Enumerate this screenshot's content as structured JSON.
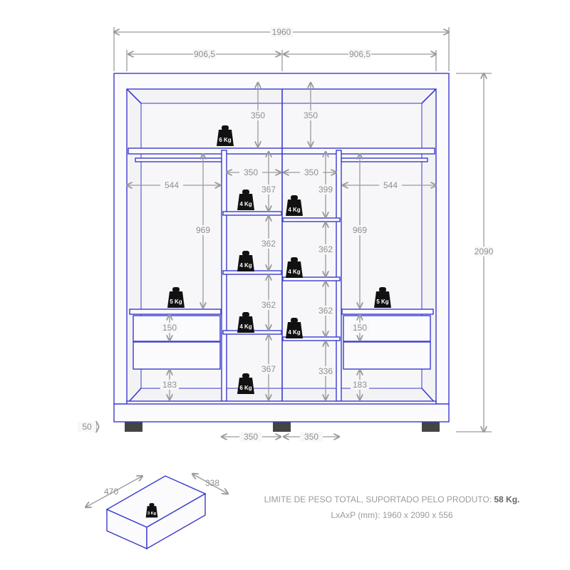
{
  "overall": {
    "width": "1960",
    "half_width_left": "906,5",
    "half_width_right": "906,5",
    "height": "2090",
    "foot_height": "50"
  },
  "dimensions": {
    "top_left_height": "350",
    "top_right_height": "350",
    "center_left_width": "350",
    "center_right_width": "350",
    "side_left_width": "544",
    "side_right_width": "544",
    "cl_shelf1": "367",
    "cr_shelf1": "399",
    "side_left_hang": "969",
    "side_right_hang": "969",
    "cl_shelf2": "362",
    "cr_shelf2": "362",
    "cl_shelf3": "362",
    "cr_shelf3": "362",
    "drawer_left": "150",
    "drawer_right": "150",
    "cl_bottom": "367",
    "cr_bottom": "336",
    "bottom_left": "183",
    "bottom_right": "183",
    "base_left_width": "350",
    "base_right_width": "350"
  },
  "weights": {
    "top_shelf": "6 Kg",
    "cl1": "4 Kg",
    "cr1": "4 Kg",
    "cl2": "4 Kg",
    "cr2": "4 Kg",
    "cl3": "4 Kg",
    "cr3": "4 Kg",
    "center_bottom": "6 Kg",
    "left_drawer_shelf": "5 Kg",
    "right_drawer_shelf": "5 Kg",
    "drawer": "3 Kg"
  },
  "drawer_detail": {
    "depth": "470",
    "width": "338"
  },
  "notes": {
    "weight_limit_label": "LIMITE DE PESO TOTAL, SUPORTADO PELO PRODUTO:",
    "weight_limit_value": "58 Kg.",
    "size_label": "LxAxP (mm): 1960 x 2090 x 556"
  },
  "colors": {
    "outline": "#3a3ad0",
    "dimension": "#9a9a9a",
    "weight": "#111111"
  }
}
